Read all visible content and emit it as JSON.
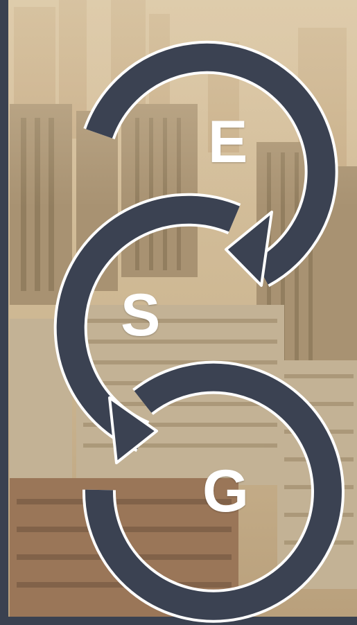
{
  "letters": {
    "e": "E",
    "s": "S",
    "g": "G"
  },
  "colors": {
    "arrow_fill": "#3b4252",
    "arrow_outline": "#ffffff",
    "frame": "#3a4150",
    "sky": "#d8c3a0",
    "haze": "#c9b089",
    "building_dark": "#8f7e66",
    "building_light": "#bfae92",
    "building_warm": "#9b7355"
  },
  "icons": {
    "arrow_e": "circular-arrow-icon",
    "arrow_s": "circular-arrow-icon",
    "arrow_g": "circular-arrow-icon"
  }
}
